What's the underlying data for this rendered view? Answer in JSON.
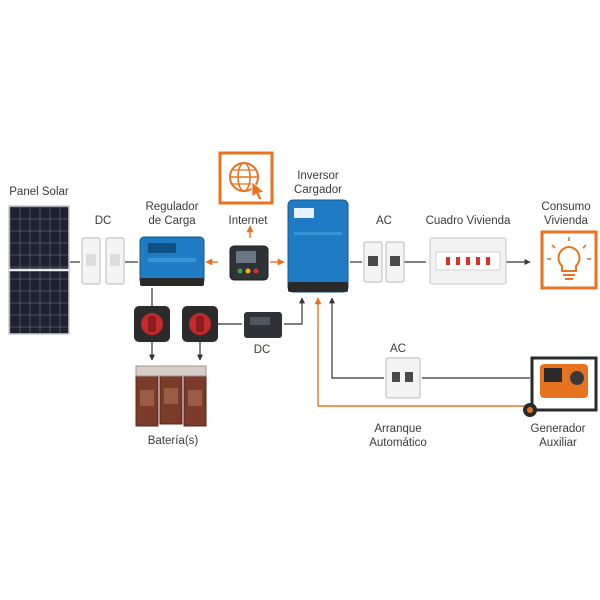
{
  "labels": {
    "panel_solar": "Panel Solar",
    "dc_top": "DC",
    "regulador_1": "Regulador",
    "regulador_2": "de Carga",
    "internet": "Internet",
    "inversor_1": "Inversor",
    "inversor_2": "Cargador",
    "ac_top": "AC",
    "cuadro": "Cuadro Vivienda",
    "consumo_1": "Consumo",
    "consumo_2": "Vivienda",
    "dc_bottom": "DC",
    "ac_bottom": "AC",
    "baterias": "Batería(s)",
    "arranque_1": "Arranque",
    "arranque_2": "Automático",
    "generador_1": "Generador",
    "generador_2": "Auxiliar"
  },
  "colors": {
    "accent": "#e8731f",
    "line": "#333333",
    "text": "#3a3a3a",
    "device_blue": "#1f7bc4",
    "panel_dark": "#1e2230"
  },
  "icons": {
    "internet": "globe-cursor-icon",
    "consumo": "lightbulb-icon"
  }
}
